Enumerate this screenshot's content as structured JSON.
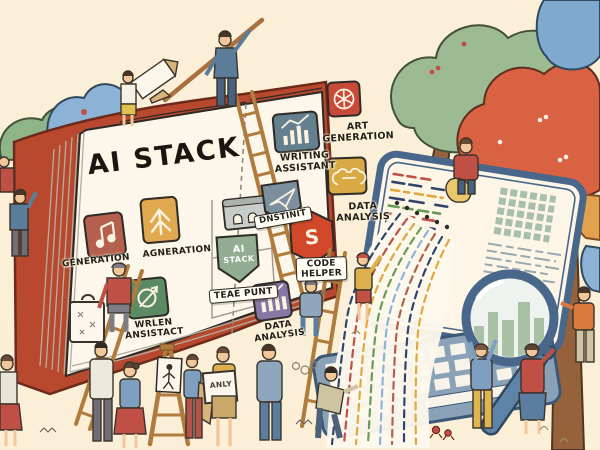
{
  "scene": {
    "background": "#fbf0d7"
  },
  "book": {
    "title": "AI STACK",
    "cover_color": "#b8492e",
    "tiles": [
      {
        "name": "music-generation",
        "label": "GENERATION",
        "color": "#b5604e",
        "icon": "music-notes-icon"
      },
      {
        "name": "upgrade-generation",
        "label": "AGNERATION",
        "color": "#e0a84f",
        "icon": "arrow-up-icon"
      },
      {
        "name": "writer-assistant",
        "label": "WRLEN\nANSISTACT",
        "color": "#5c8a63",
        "icon": "globe-arrow-icon"
      },
      {
        "name": "writing-assistant",
        "label": "WRITING\nASSISTANT",
        "color": "#64808f",
        "icon": "chart-bars-icon"
      },
      {
        "name": "paper-plane-app",
        "label": "DNSTINIT",
        "color": "#7c8f9e",
        "icon": "paper-plane-icon"
      },
      {
        "name": "ai-stack-badge",
        "label": "TEAE PUNT",
        "badge_line1": "AI",
        "badge_line2": "STACK",
        "color": "#93ad92",
        "icon": "shield-icon"
      },
      {
        "name": "data-analysis-purple",
        "label": "DATA\nANALYSIS",
        "color": "#8678a5",
        "icon": "bar-chart-icon"
      },
      {
        "name": "code-helper",
        "label": "CODE\nHELPER",
        "glyph": "S",
        "color": "#d1482b",
        "icon": "hexagon-s-icon"
      }
    ],
    "side_tiles": [
      {
        "name": "art-generation",
        "label": "ART\nGENERATION",
        "color": "#c74b38",
        "icon": "color-wheel-icon"
      },
      {
        "name": "data-analysis-yellow",
        "label": "DATA\nANALYSIS",
        "color": "#d9a944",
        "icon": "controller-icon"
      }
    ]
  },
  "props": {
    "analysis_box_label": "ANLY"
  },
  "palette": {
    "monitor_frame": "#48678a",
    "screen": "#fdf6e6",
    "keyboard": "#8aa2b8",
    "magnifier": "#5d83a6",
    "tree_green": "#9cbb93",
    "tree_red": "#d96242",
    "tree_blue": "#7fa9cf",
    "stream_colors": [
      "#31456b",
      "#c05045",
      "#e2a83d",
      "#6a9a58",
      "#8cb3d6",
      "#b5604e"
    ]
  }
}
